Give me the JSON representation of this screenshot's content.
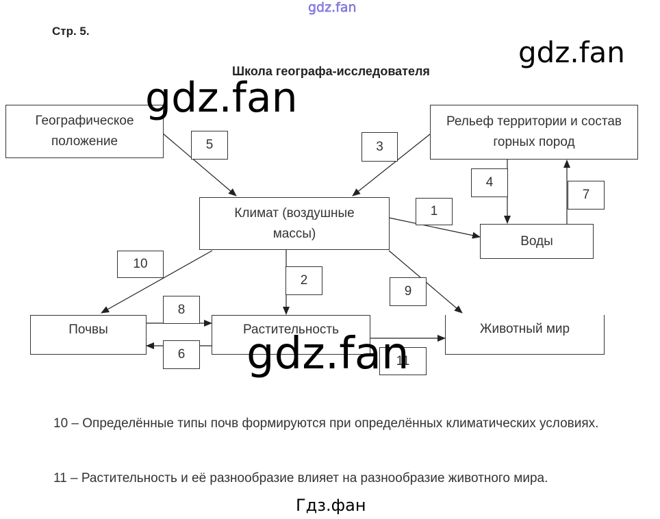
{
  "header": {
    "page_ref": "Стр. 5.",
    "title": "Школа географа-исследователя"
  },
  "nodes": {
    "geo": "Географическое положение",
    "relief": "Рельеф территории и состав горных пород",
    "climate": "Климат (воздушные массы)",
    "water": "Воды",
    "soil": "Почвы",
    "vegetation": "Растительность",
    "animals": "Животный мир"
  },
  "labels": {
    "n1": "1",
    "n2": "2",
    "n3": "3",
    "n4": "4",
    "n5": "5",
    "n6": "6",
    "n7": "7",
    "n8": "8",
    "n9": "9",
    "n10": "10",
    "n11": "11"
  },
  "notes": [
    "10 – Определённые типы почв формируются при определённых климатических условиях.",
    "11 – Растительность и её разнообразие влияет на разнообразие животного мира."
  ],
  "watermarks": {
    "top": "gdz.fan",
    "right": "gdz.fan",
    "mid": "gdz.fan",
    "center": "gdz.fan",
    "footer": "Гдз.фан"
  }
}
